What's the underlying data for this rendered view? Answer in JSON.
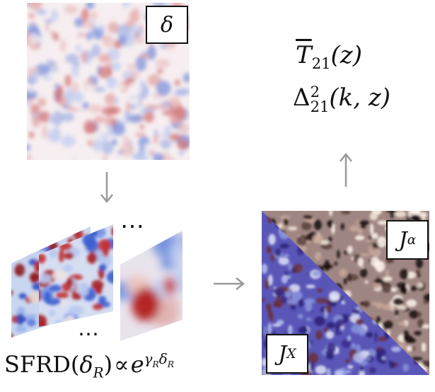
{
  "density_field": {
    "label": "δ"
  },
  "outputs": {
    "line1": {
      "base": "T",
      "sub": "21",
      "args": "(z)"
    },
    "line2": {
      "base": "Δ",
      "sub": "21",
      "sup": "2",
      "args": "(k, z)"
    }
  },
  "ellipsis_top": "⋯",
  "ellipsis_bottom": "⋯",
  "sfrd_formula": {
    "prefix": "SFRD(",
    "delta": "δ",
    "delta_sub": "R",
    "close": ")",
    "prop": "∝",
    "e": "e",
    "exp_gamma": "γ",
    "exp_gamma_sub": "R",
    "exp_delta": "δ",
    "exp_delta_sub": "R"
  },
  "radiation_fields": {
    "j_alpha": {
      "base": "J",
      "sub": "α"
    },
    "j_x": {
      "base": "J",
      "sub": "X"
    }
  },
  "colors": {
    "arrow": "#9a9a9a",
    "red": "#c43b3b",
    "blue": "#3d5fc4",
    "lya_dark": "#1a0d0a",
    "lya_light": "#f3e6d8",
    "xray_dark": "#3b2a86",
    "xray_light": "#e0e4f5"
  }
}
